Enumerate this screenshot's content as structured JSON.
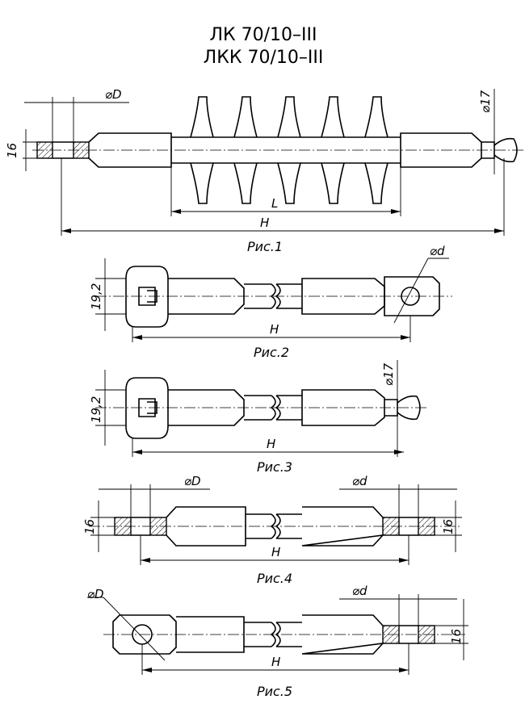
{
  "title": {
    "line1": "ЛК 70/10–III",
    "line2": "ЛКК 70/10–III"
  },
  "figures": {
    "fig1": {
      "caption": "Рис.1",
      "labels": {
        "thickness": "16",
        "eye_diameter": "⌀D",
        "ball_diameter": "⌀17",
        "shed_length": "L",
        "overall_length": "H"
      }
    },
    "fig2": {
      "caption": "Рис.2",
      "labels": {
        "width": "19,2",
        "hole_diameter": "⌀d",
        "overall_length": "H"
      }
    },
    "fig3": {
      "caption": "Рис.3",
      "labels": {
        "width": "19,2",
        "ball_diameter": "⌀17",
        "overall_length": "H"
      }
    },
    "fig4": {
      "caption": "Рис.4",
      "labels": {
        "eye_diameter_left": "⌀D",
        "eye_diameter_right": "⌀d",
        "thickness_left": "16",
        "thickness_right": "16",
        "overall_length": "H"
      }
    },
    "fig5": {
      "caption": "Рис.5",
      "labels": {
        "hole_diameter": "⌀D",
        "eye_diameter": "⌀d",
        "thickness": "16",
        "overall_length": "H"
      }
    }
  }
}
